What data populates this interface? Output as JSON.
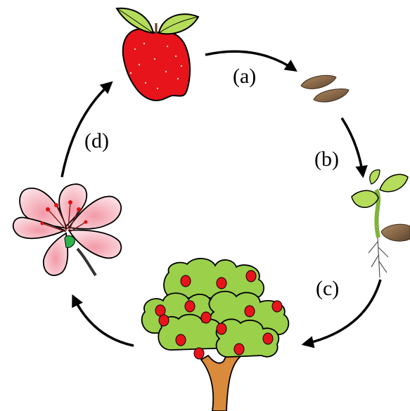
{
  "labels": {
    "a": "(a)",
    "b": "(b)",
    "c": "(c)",
    "d": "(d)"
  },
  "stages": [
    "apple",
    "seeds",
    "seedling",
    "apple-tree",
    "flower"
  ],
  "colors": {
    "apple": "#e8141b",
    "leaf": "#b5dc5a",
    "seed": "#8a6a4a",
    "canopy": "#9bd04a",
    "trunk": "#d98a3a",
    "petal": "#f7c0c8",
    "arrow": "#000000"
  }
}
